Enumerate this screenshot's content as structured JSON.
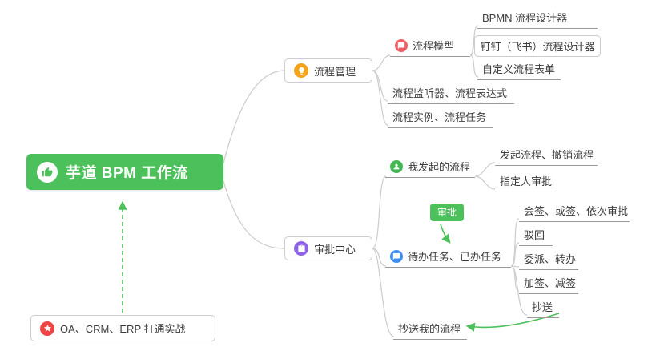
{
  "colors": {
    "primary_green": "#4cc05a",
    "connector_gray": "#cccccc",
    "icon_orange": "#f5a31a",
    "icon_pink": "#ee5e66",
    "icon_green": "#41b853",
    "icon_blue": "#3d8df5",
    "icon_purple": "#8f63e8",
    "icon_red": "#ef4444"
  },
  "root": {
    "label": "芋道 BPM 工作流"
  },
  "branch_process": {
    "title": "流程管理",
    "model": "流程模型",
    "bpmn_designer": "BPMN 流程设计器",
    "dingtalk_designer": "钉钉（飞书）流程设计器",
    "custom_form": "自定义流程表单",
    "listener_expression": "流程监听器、流程表达式",
    "instance_task": "流程实例、流程任务"
  },
  "branch_approval": {
    "title": "审批中心",
    "my_initiated": "我发起的流程",
    "initiate_cancel": "发起流程、撤销流程",
    "assignee_approval": "指定人审批",
    "approval_badge": "审批",
    "todo_done": "待办任务、已办任务",
    "countersign": "会签、或签、依次审批",
    "reject": "驳回",
    "delegate_transfer": "委派、转办",
    "add_remove_sign": "加签、减签",
    "cc": "抄送",
    "cc_my_process": "抄送我的流程"
  },
  "note": {
    "label": "OA、CRM、ERP 打通实战"
  }
}
